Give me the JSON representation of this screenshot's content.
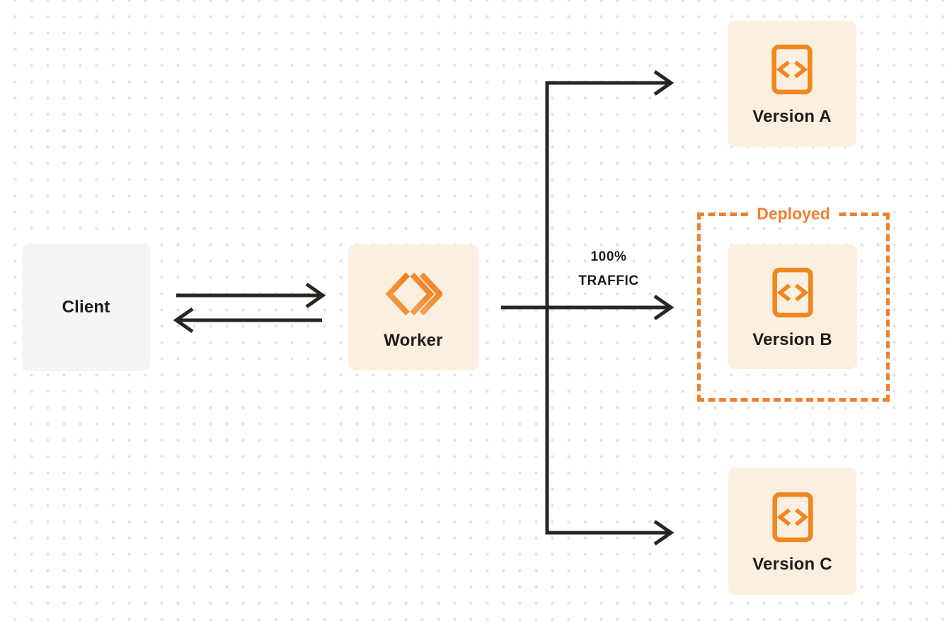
{
  "diagram": {
    "background": {
      "bg_color": "#ffffff",
      "dot_color": "#e4e4e6"
    },
    "colors": {
      "accent_orange": "#f0861f",
      "deployed_orange": "#ee8030",
      "cream_box_bg": "#fbf0e0",
      "gray_box_bg": "#f5f5f6",
      "line_color": "#27251f",
      "text_color": "#1d1c1a"
    },
    "nodes": {
      "client": {
        "label": "Client"
      },
      "worker": {
        "label": "Worker",
        "icon": "workers-logo-icon"
      },
      "version_a": {
        "label": "Version A",
        "icon": "code-file-icon"
      },
      "version_b": {
        "label": "Version B",
        "icon": "code-file-icon"
      },
      "version_c": {
        "label": "Version C",
        "icon": "code-file-icon"
      }
    },
    "annotations": {
      "deployed_label": "Deployed",
      "traffic_label_line1": "100%",
      "traffic_label_line2": "TRAFFIC"
    },
    "edges": [
      {
        "name": "client-to-worker",
        "type": "arrow",
        "from": "client",
        "to": "worker"
      },
      {
        "name": "worker-to-client",
        "type": "arrow",
        "from": "worker",
        "to": "client"
      },
      {
        "name": "worker-to-version-a",
        "type": "arrow",
        "from": "worker",
        "to": "version_a"
      },
      {
        "name": "worker-to-version-b",
        "type": "arrow",
        "from": "worker",
        "to": "version_b",
        "label": "100% TRAFFIC"
      },
      {
        "name": "worker-to-version-c",
        "type": "arrow",
        "from": "worker",
        "to": "version_c"
      }
    ]
  }
}
